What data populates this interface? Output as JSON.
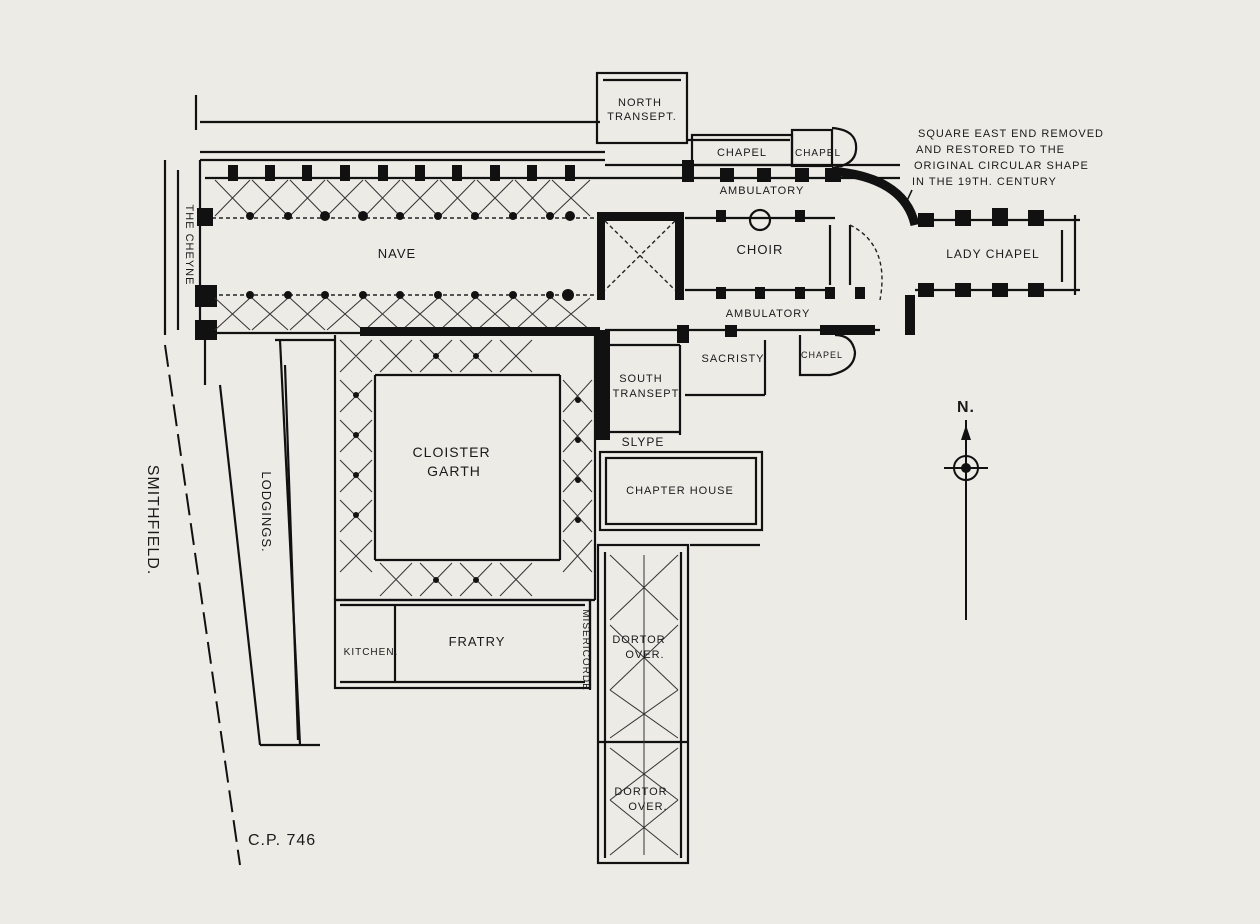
{
  "labels": {
    "north_transept": [
      "NORTH",
      "TRANSEPT."
    ],
    "chapel_1": "CHAPEL",
    "chapel_2": "CHAPEL",
    "note": [
      "SQUARE EAST END REMOVED",
      "AND RESTORED TO THE",
      "ORIGINAL CIRCULAR SHAPE",
      "IN THE 19TH. CENTURY"
    ],
    "ambulatory_north": "AMBULATORY",
    "the_cheyne": "THE CHEYNE",
    "nave": "NAVE",
    "choir": "CHOIR",
    "lady_chapel": "LADY CHAPEL",
    "ambulatory_south": "AMBULATORY",
    "sacristy": "SACRISTY",
    "chapel_3": "CHAPEL",
    "south_transept": [
      "SOUTH",
      "TRANSEPT"
    ],
    "slype": "SLYPE",
    "cloister_garth": [
      "CLOISTER",
      "GARTH"
    ],
    "chapter_house": "CHAPTER HOUSE",
    "smithfield": "SMITHFIELD.",
    "lodgings": "LODGINGS.",
    "kitchen": "KITCHEN.",
    "fratry": "FRATRY",
    "misericorde": "MISERICORDE",
    "dorter_over_1": [
      "DORTOR",
      "OVER."
    ],
    "dorter_over_2": [
      "DORTOR",
      "OVER."
    ],
    "north_mark": "N.",
    "ref": "C.P. 746"
  },
  "colors": {
    "ink": "#111111",
    "paper": "#ecebe6"
  }
}
